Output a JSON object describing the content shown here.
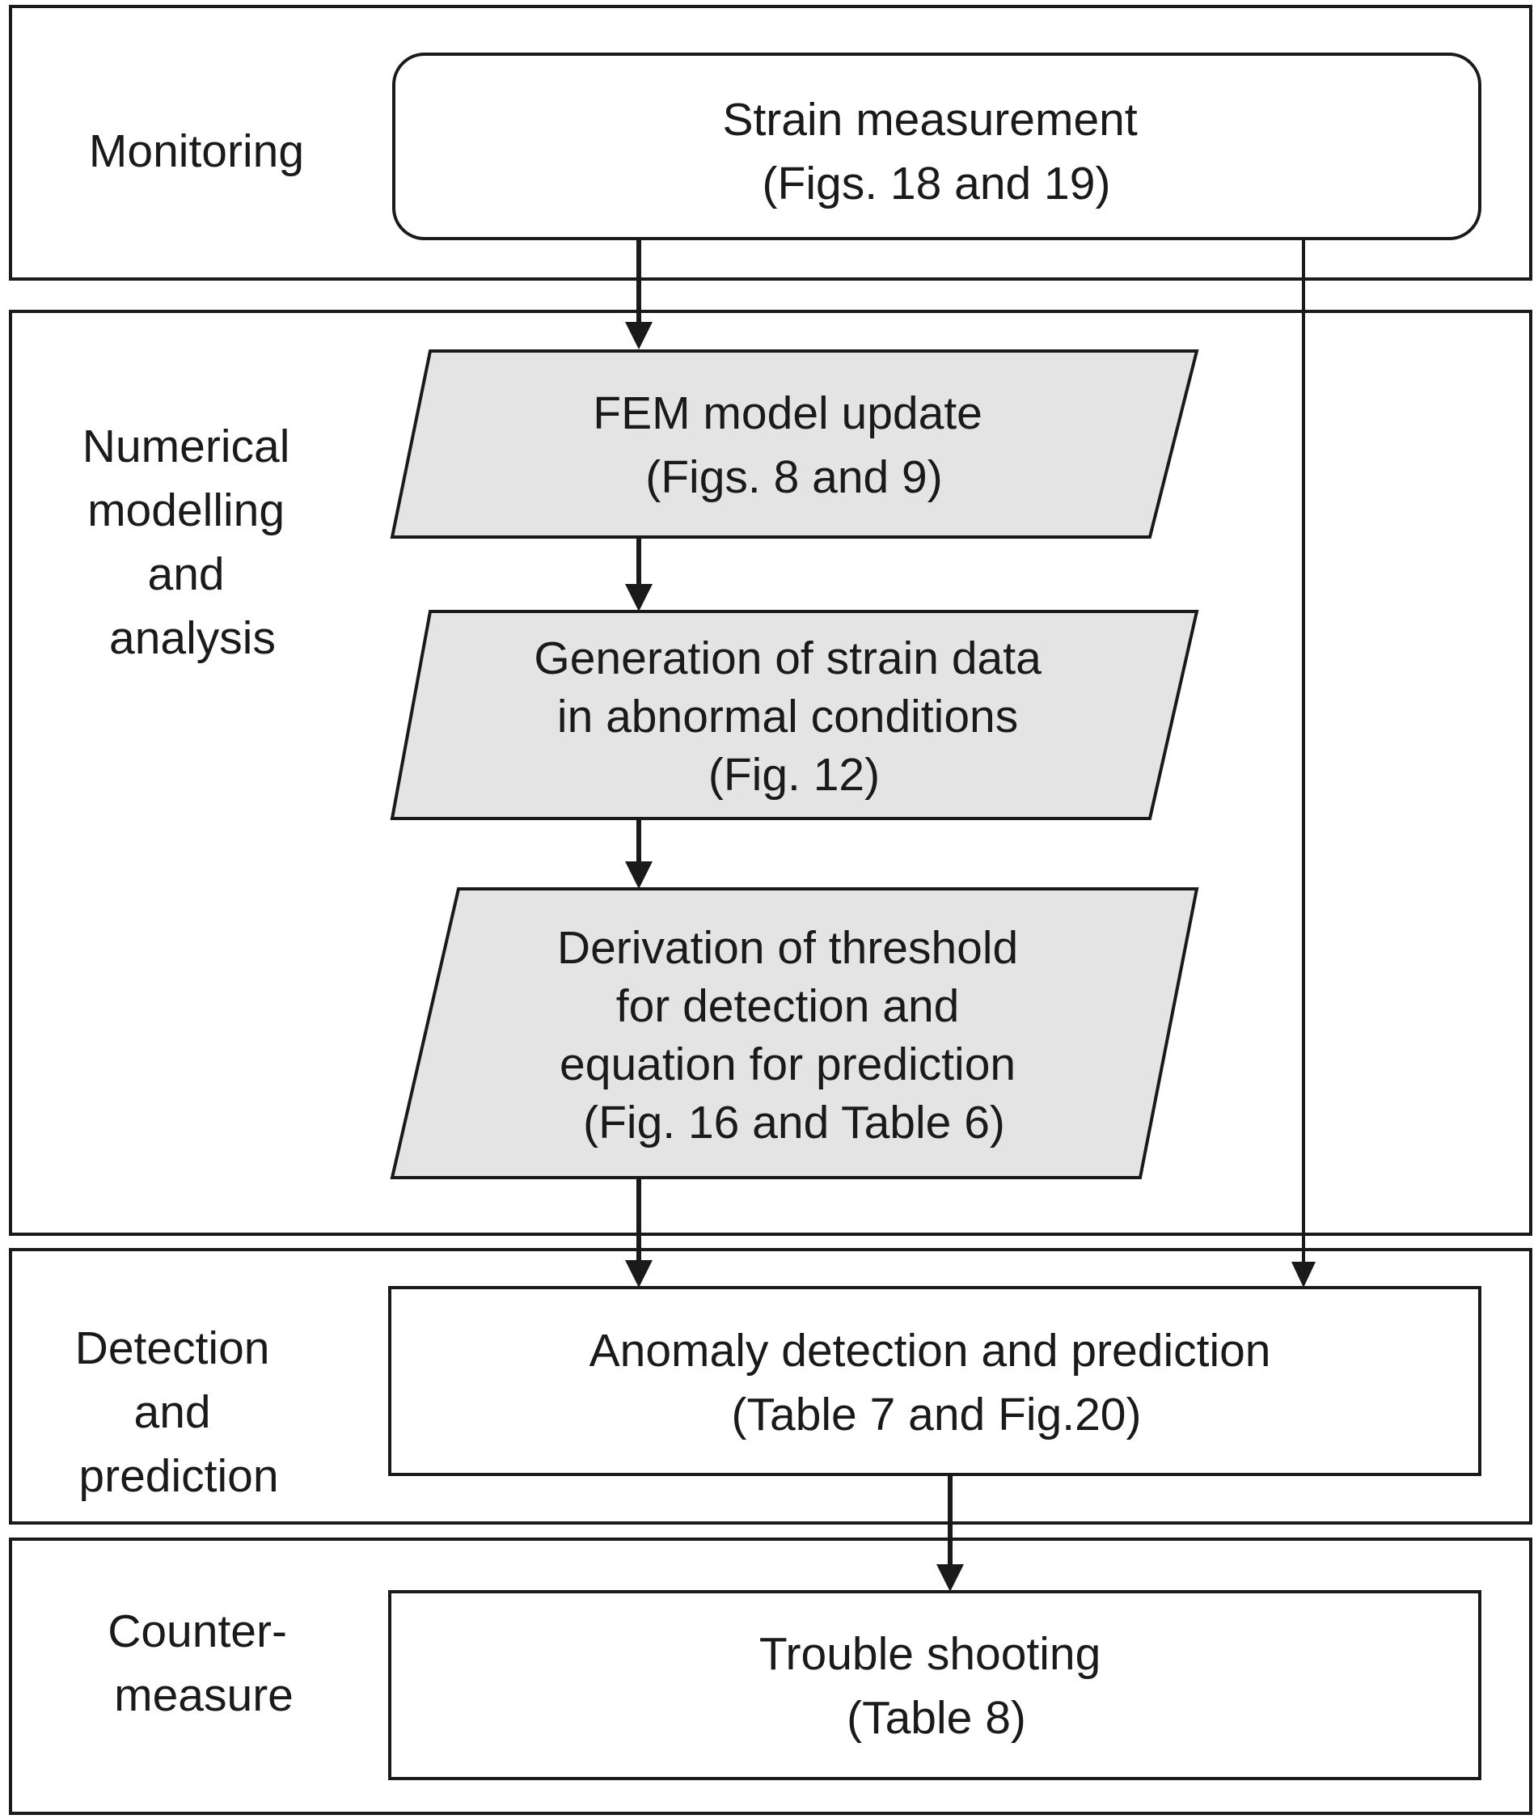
{
  "stages": {
    "monitoring": {
      "label": [
        "Monitoring"
      ]
    },
    "numerical": {
      "label": [
        "Numerical",
        "modelling",
        "and",
        "analysis"
      ]
    },
    "detection": {
      "label": [
        "Detection",
        "and",
        "prediction"
      ]
    },
    "countermeasure": {
      "label": [
        "Counter-",
        "measure"
      ]
    }
  },
  "boxes": {
    "strain_measurement": {
      "lines": [
        "Strain measurement",
        "(Figs. 18 and 19)"
      ]
    },
    "fem_update": {
      "lines": [
        "FEM model update",
        "(Figs. 8 and 9)"
      ]
    },
    "generation": {
      "lines": [
        "Generation of strain data",
        "in abnormal conditions",
        "(Fig. 12)"
      ]
    },
    "derivation": {
      "lines": [
        "Derivation of threshold",
        "for detection and",
        "equation for prediction",
        "(Fig. 16 and Table 6)"
      ]
    },
    "anomaly": {
      "lines": [
        "Anomaly detection and prediction",
        "(Table 7 and Fig.20)"
      ]
    },
    "trouble": {
      "lines": [
        "Trouble shooting",
        "(Table 8)"
      ]
    }
  },
  "colors": {
    "line": "#1a1a1a",
    "process_fill": "#e4e4e4",
    "box_fill": "#ffffff"
  }
}
